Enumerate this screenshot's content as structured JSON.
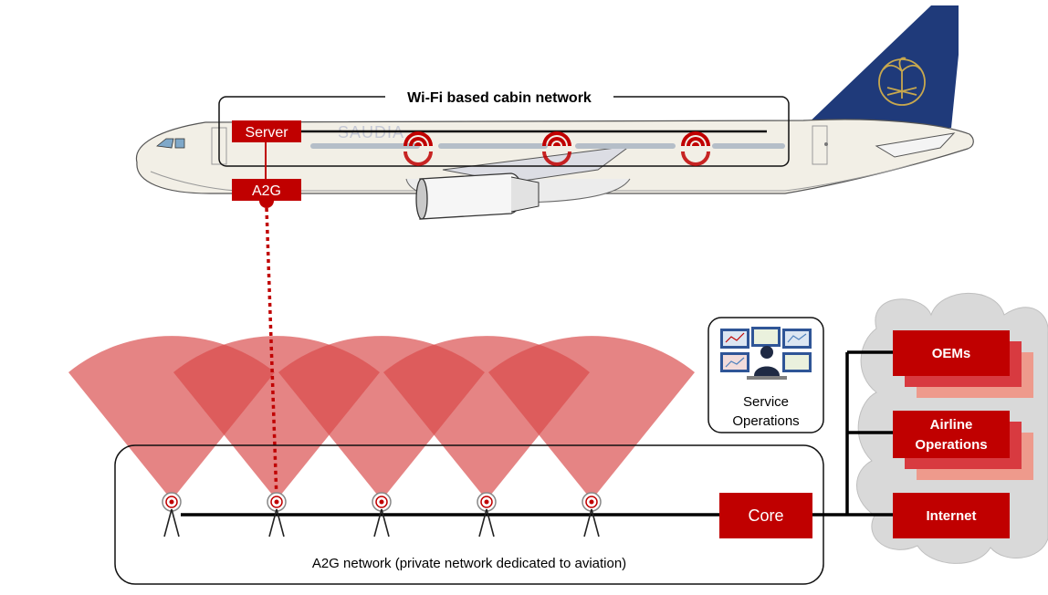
{
  "cabin": {
    "title": "Wi-Fi based cabin network",
    "server_label": "Server",
    "a2g_label": "A2G",
    "livery_text": "SAUDIA"
  },
  "ground": {
    "network_caption": "A2G network (private network dedicated to aviation)",
    "core_label": "Core",
    "service_ops_line1": "Service",
    "service_ops_line2": "Operations",
    "tower_count": 5
  },
  "cloud": {
    "oems_label": "OEMs",
    "airline_ops_line1": "Airline",
    "airline_ops_line2": "Operations",
    "internet_label": "Internet"
  },
  "colors": {
    "accent": "#C00000",
    "coverage": "#E06666",
    "cloud": "#D9D9D9",
    "tail": "#1F3A7A",
    "emblem": "#C8A84E"
  }
}
